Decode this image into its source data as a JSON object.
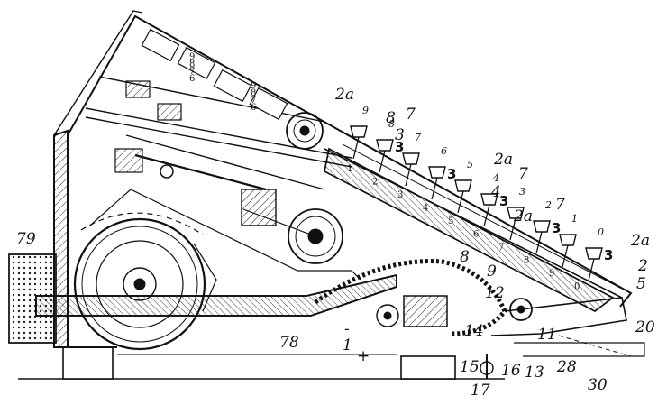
{
  "figure": {
    "reference_labels": [
      "79",
      "78",
      "1",
      "+",
      "-",
      "2",
      "2a",
      "2a",
      "2a",
      "2a",
      "3",
      "4",
      "5",
      "7",
      "7",
      "7",
      "8",
      "8",
      "9",
      "11",
      "12",
      "13",
      "14",
      "15",
      "16",
      "17",
      "20",
      "28",
      "30"
    ],
    "key_numbers": [
      "9",
      "8",
      "7",
      "6",
      "5",
      "4",
      "3",
      "2",
      "1",
      "0"
    ],
    "key_digits": [
      "3",
      "3",
      "3",
      "3",
      "3"
    ],
    "counter_wheel_digits": [
      "6",
      "7",
      "8",
      "9",
      "6",
      "7",
      "8",
      "9"
    ],
    "scale_digits": [
      "1",
      "2",
      "3",
      "4",
      "5",
      "6",
      "7",
      "8",
      "9",
      "0"
    ]
  }
}
